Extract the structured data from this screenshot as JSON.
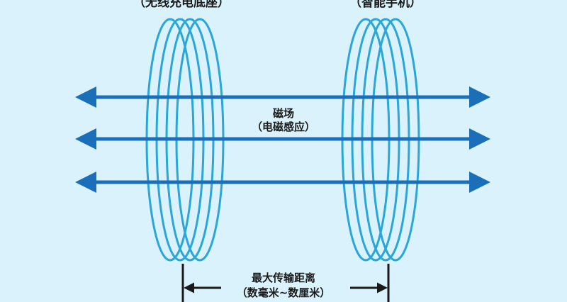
{
  "diagram": {
    "transmitter_label": "（无线充电底座）",
    "receiver_label": "（智能手机）",
    "field_title": "磁场",
    "field_subtitle": "（电磁感应）",
    "distance_title": "最大传输距离",
    "distance_subtitle": "（数毫米~数厘米）"
  },
  "colors": {
    "background": "#d9f2fb",
    "coil": "#2aa6d9",
    "arrow": "#1a6fb8",
    "text": "#1a1a1a"
  }
}
